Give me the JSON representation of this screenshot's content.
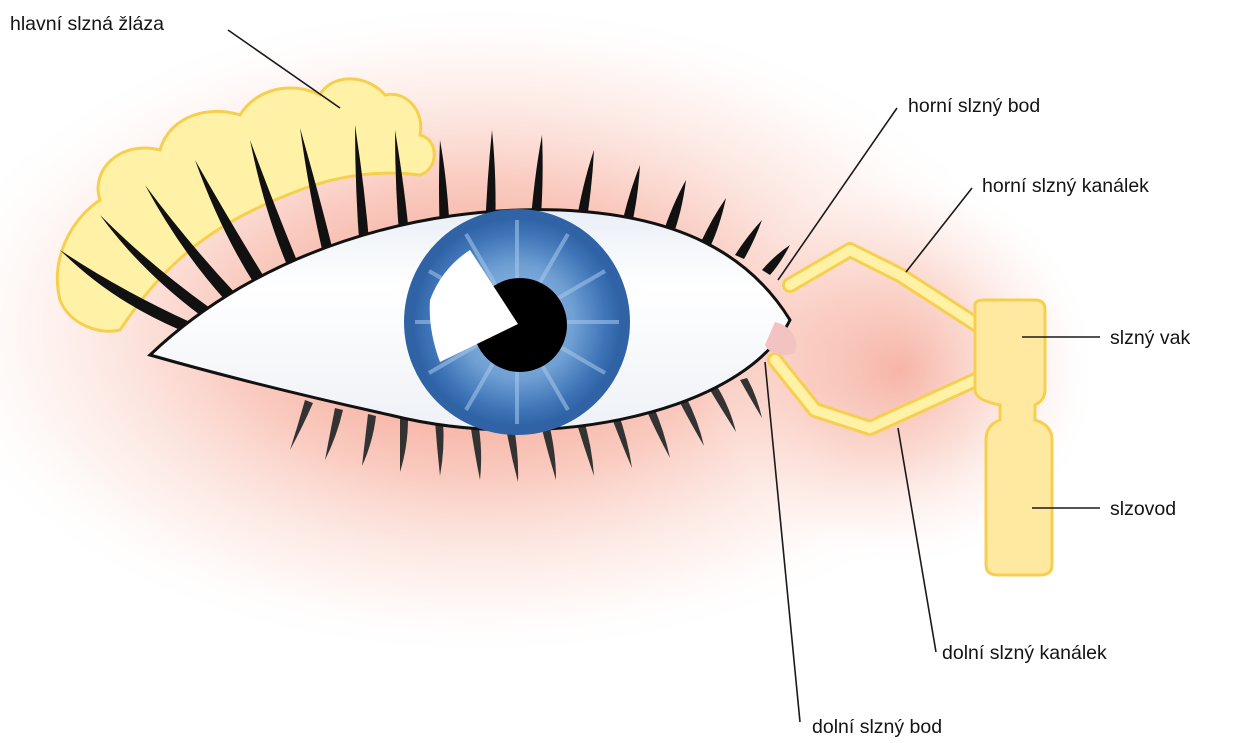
{
  "diagram": {
    "labels": {
      "main_gland": "hlavní slzná žláza",
      "upper_punctum": "horní slzný bod",
      "upper_canaliculus": "horní slzný kanálek",
      "lacrimal_sac": "slzný vak",
      "nasolacrimal_duct": "slzovod",
      "lower_canaliculus": "dolní slzný kanálek",
      "lower_punctum": "dolní slzný bod"
    },
    "colors": {
      "skin_glow": "#f5a08c",
      "gland_fill": "#fff1a6",
      "gland_outline": "#f7cf4f",
      "iris_outer": "#2f63a6",
      "iris_inner": "#6f9fd3",
      "pupil": "#000000",
      "sclera": "#ffffff",
      "lashes": "#111111"
    }
  }
}
